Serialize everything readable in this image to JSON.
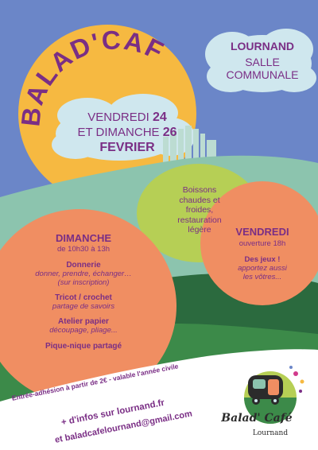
{
  "colors": {
    "sky": "#6b86c8",
    "sun": "#f6b941",
    "cloud": "#cfe7ee",
    "cloud_text": "#7a2e85",
    "lime": "#b6cf55",
    "teal": "#8cc4ae",
    "green": "#3c8a49",
    "darkgreen": "#2b6a3e",
    "orange": "#f08e62",
    "purple": "#7a2e85",
    "pink": "#d13a8c",
    "white": "#ffffff"
  },
  "title": "BALAD'CAFÉ",
  "location": {
    "town": "LOURNAND",
    "venue_line1": "SALLE",
    "venue_line2": "COMMUNALE"
  },
  "dates": {
    "line1_prefix": "VENDREDI",
    "line1_day": "24",
    "line2_prefix": "ET DIMANCHE",
    "line2_day": "26",
    "month": "FEVRIER"
  },
  "drinks": {
    "line1": "Boissons",
    "line2": "chaudes et",
    "line3": "froides,",
    "line4": "restauration",
    "line5": "légère"
  },
  "vendredi": {
    "title": "VENDREDI",
    "hours": "ouverture 18h",
    "games_title": "Des jeux !",
    "games_line1": "apportez aussi",
    "games_line2": "les vôtres..."
  },
  "dimanche": {
    "title": "DIMANCHE",
    "hours": "de 10h30 à 13h",
    "donnerie_title": "Donnerie",
    "donnerie_line1": "donner, prendre, échanger…",
    "donnerie_line2": "(sur inscription)",
    "tricot_title": "Tricot / crochet",
    "tricot_line1": "partage de savoirs",
    "atelier_title": "Atelier papier",
    "atelier_line1": "découpage, pliage...",
    "piquenique_title": "Pique-nique partagé"
  },
  "footer": {
    "entry": "Entrée-adhésion à partir de 2€ - valable l'année civile",
    "info": "+ d'infos sur lournand.fr",
    "email": "et baladcafelournand@gmail.com"
  },
  "logo": {
    "name": "Balad' Café",
    "town": "Lournand"
  }
}
